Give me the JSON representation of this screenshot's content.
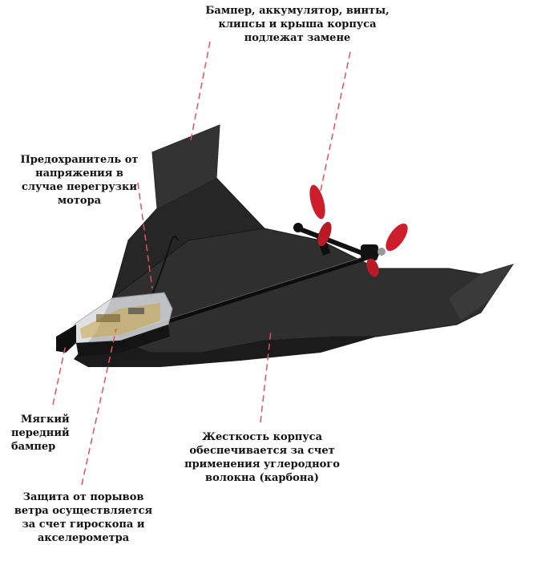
{
  "callouts": {
    "replaceable_parts": {
      "lines": [
        "Бампер, аккумулятор, винты,",
        "клипсы  и крыша корпуса",
        "подлежат замене"
      ]
    },
    "fuse": {
      "lines": [
        "Предохранитель от",
        "напряжения в",
        "случае перегрузки",
        "мотора"
      ]
    },
    "soft_bumper": {
      "lines": [
        "Мягкий",
        "передний",
        "бампер"
      ]
    },
    "carbon_frame": {
      "lines": [
        "Жесткость корпуса",
        "обеспечивается за счет",
        "применения углеродного",
        "волокна (карбона)"
      ]
    },
    "gyro": {
      "lines": [
        "Защита от порывов",
        "ветра осуществляется",
        "за счет гироскопа и",
        "акселерометра"
      ]
    }
  },
  "colors": {
    "plane_paper": "#2b2b2b",
    "plane_shadow": "#151515",
    "propeller": "#cc1f2b",
    "leader_line": "#e0525e",
    "text": "#111111"
  }
}
